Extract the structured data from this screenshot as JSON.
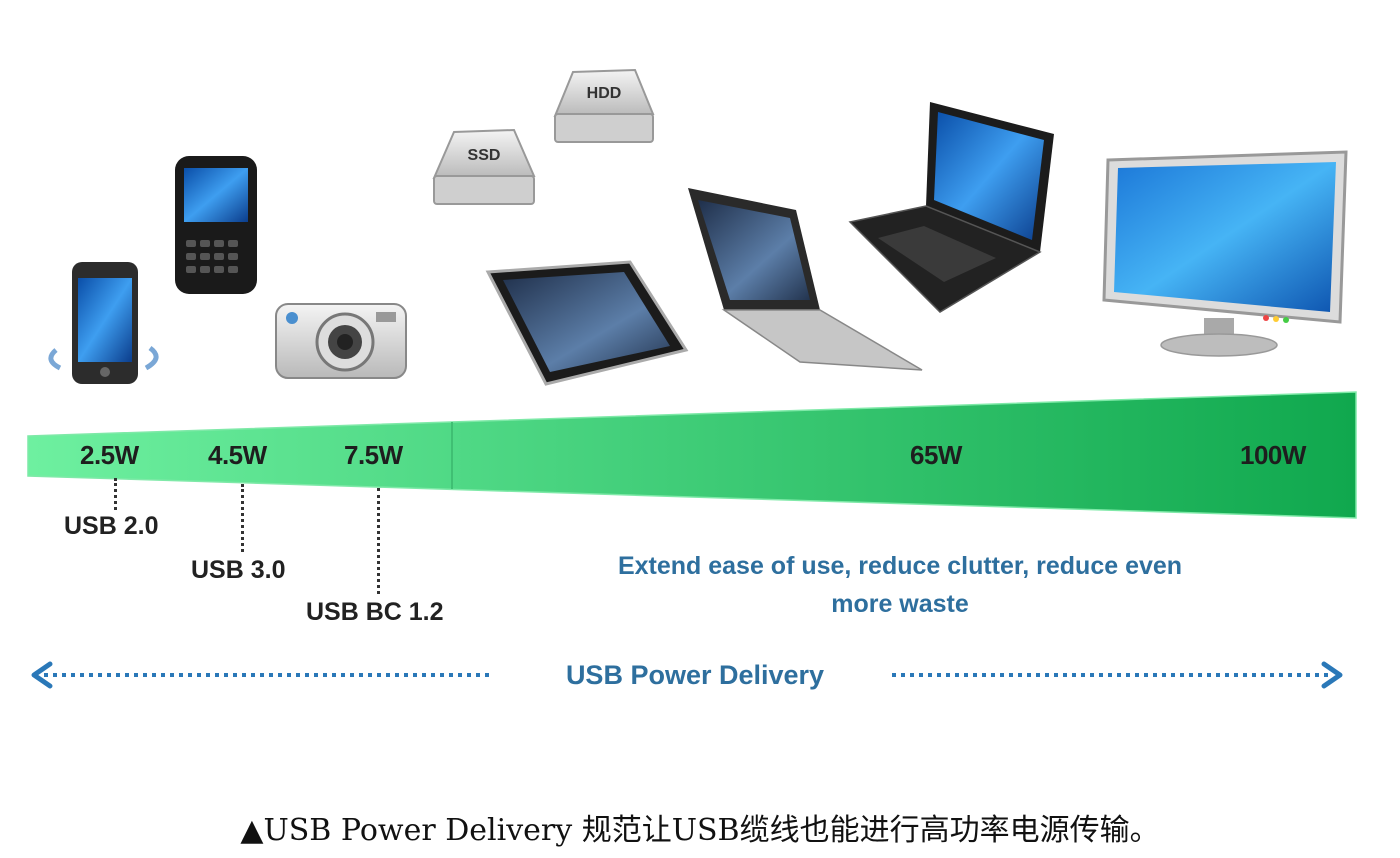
{
  "devices": {
    "hdd_label": "HDD",
    "ssd_label": "SSD"
  },
  "power_levels": [
    {
      "label": "2.5W"
    },
    {
      "label": "4.5W"
    },
    {
      "label": "7.5W"
    },
    {
      "label": "65W"
    },
    {
      "label": "100W"
    }
  ],
  "standards": [
    {
      "label": "USB 2.0"
    },
    {
      "label": "USB 3.0"
    },
    {
      "label": "USB BC 1.2"
    }
  ],
  "extend_caption_line1": "Extend ease of use, reduce clutter, reduce even",
  "extend_caption_line2": "more waste",
  "pd_label": "USB Power Delivery",
  "footer_caption": "▲USB Power Delivery 规范让USB缆线也能进行高功率电源传输。",
  "colors": {
    "wedge_light": "#6ef0a0",
    "wedge_dark": "#10a84e",
    "accent_blue": "#2e6f9e",
    "arrow_blue": "#2a78b8"
  }
}
